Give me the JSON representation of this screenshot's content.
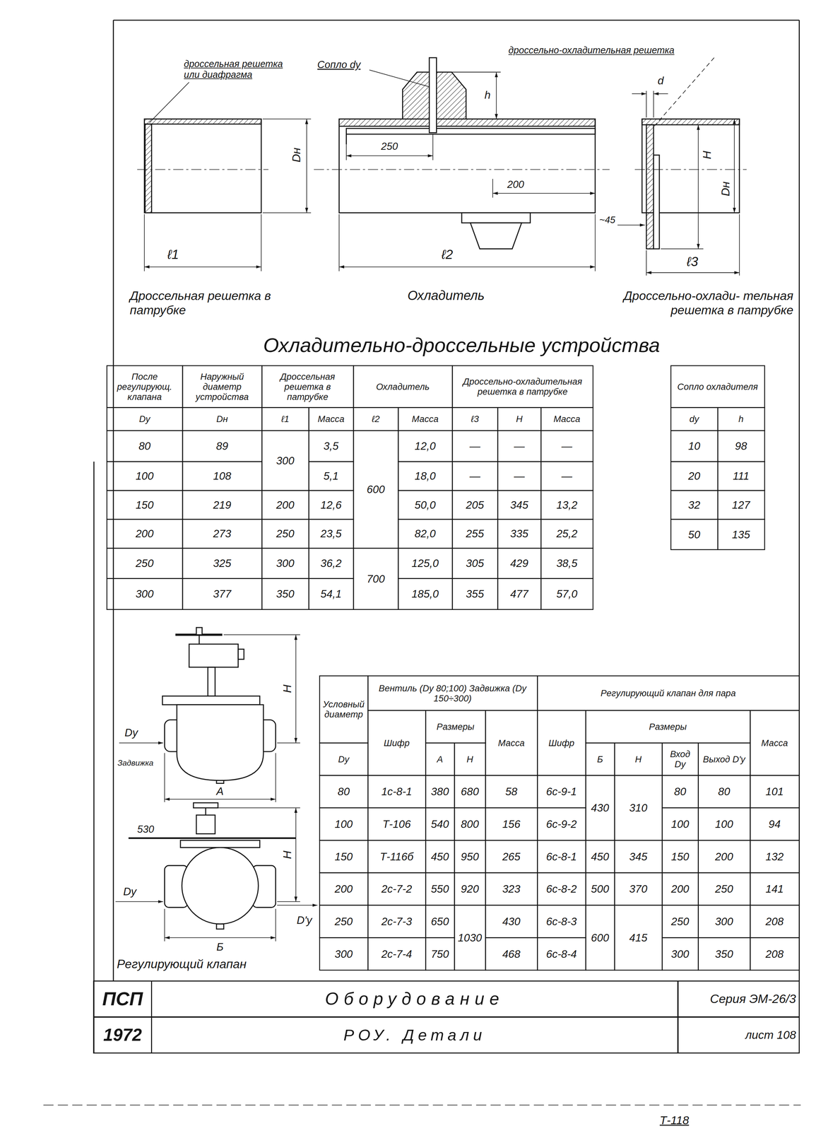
{
  "diagram": {
    "title": "Охладительно-дроссельные устройства",
    "nodes": [
      {
        "text": [
          "ПСП"
        ]
      },
      {
        "text": [
          "1972"
        ]
      },
      {
        "text": [
          "Оборудование"
        ]
      },
      {
        "text": [
          "РОУ. Детали"
        ]
      },
      {
        "text": [
          "Серия ЭМ-26/3"
        ]
      },
      {
        "text": [
          "лист 108"
        ]
      }
    ],
    "edges": [],
    "labels": [
      "дроссельная решетка или диафрагма",
      "Сопло dу",
      "дроссельно-охладительная решетка",
      "h",
      "250",
      "Dн",
      "200",
      "ℓ1",
      "ℓ2",
      "d",
      "H",
      "Dн",
      "~45",
      "ℓ3",
      "Дроссельная решетка в патрубке",
      "Охладитель",
      "Дроссельно-охлади- тельная решетка в патрубке",
      "Задвижка",
      "Dу",
      "H",
      "A",
      "530",
      "H",
      "Dу",
      "D'у",
      "Б",
      "Регулирующий клапан",
      "Т-118",
      "После регулирующ. клапана",
      "Наружный диаметр устройства",
      "Дроссельная решетка в патрубке",
      "Охладитель",
      "Дроссельно-охладительная решетка в патрубке",
      "Dу",
      "Dн",
      "ℓ1",
      "Масса",
      "ℓ2",
      "Масса",
      "ℓ3",
      "H",
      "Масса",
      "80",
      "89",
      "300",
      "3,5",
      "600",
      "12,0",
      "—",
      "—",
      "—",
      "100",
      "108",
      "5,1",
      "18,0",
      "—",
      "—",
      "—",
      "150",
      "219",
      "200",
      "12,6",
      "50,0",
      "205",
      "345",
      "13,2",
      "200",
      "273",
      "250",
      "23,5",
      "82,0",
      "255",
      "335",
      "25,2",
      "250",
      "325",
      "300",
      "36,2",
      "700",
      "125,0",
      "305",
      "429",
      "38,5",
      "300",
      "377",
      "350",
      "54,1",
      "185,0",
      "355",
      "477",
      "57,0",
      "Сопло охладителя",
      "dу",
      "h",
      "10",
      "98",
      "20",
      "111",
      "32",
      "127",
      "50",
      "135",
      "Условный диаметр",
      "Вентиль (Dу 80;100) Задвижка (Dу 150÷300)",
      "Регулирующий клапан для пара",
      "Шифр",
      "Размеры",
      "Масса",
      "Шифр",
      "Размеры",
      "Масса",
      "Dу",
      "A",
      "H",
      "Б",
      "H",
      "Вход Dу",
      "Выход D'у",
      "80",
      "1с-8-1",
      "380",
      "680",
      "58",
      "6с-9-1",
      "430",
      "310",
      "80",
      "80",
      "101",
      "100",
      "Т-106",
      "540",
      "800",
      "156",
      "6с-9-2",
      "100",
      "100",
      "94",
      "150",
      "Т-116б",
      "450",
      "950",
      "265",
      "6с-8-1",
      "450",
      "345",
      "150",
      "200",
      "132",
      "200",
      "2с-7-2",
      "550",
      "920",
      "323",
      "6с-8-2",
      "500",
      "370",
      "200",
      "250",
      "141",
      "250",
      "2с-7-3",
      "650",
      "1030",
      "430",
      "6с-8-3",
      "600",
      "415",
      "250",
      "300",
      "208",
      "300",
      "2с-7-4",
      "750",
      "468",
      "6с-8-4",
      "300",
      "350",
      "208"
    ]
  }
}
